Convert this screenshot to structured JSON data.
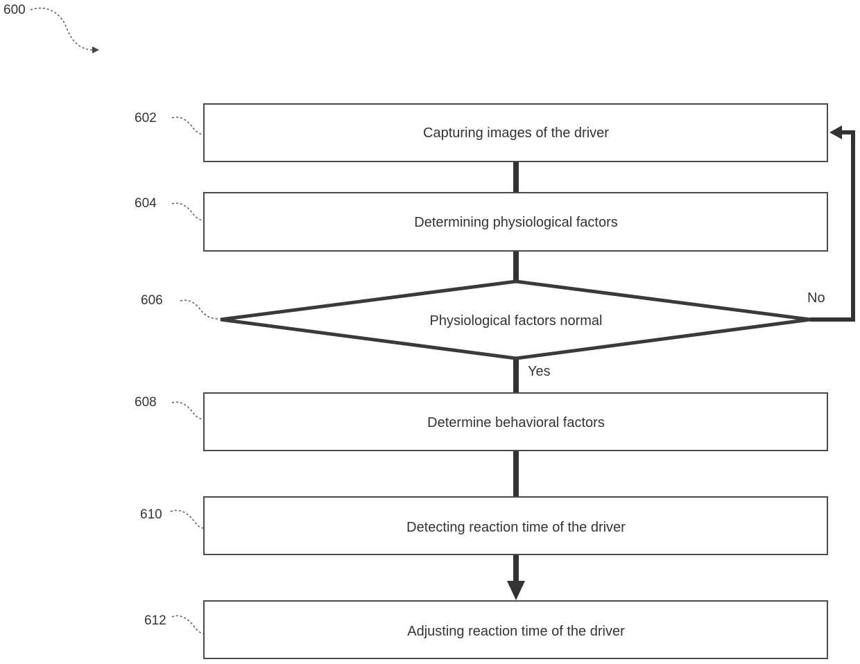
{
  "figure": {
    "reference": "600",
    "steps": [
      {
        "ref": "602",
        "text": "Capturing images of the driver"
      },
      {
        "ref": "604",
        "text": "Determining physiological factors"
      },
      {
        "ref": "606",
        "text": "Physiological factors normal"
      },
      {
        "ref": "608",
        "text": "Determine behavioral factors"
      },
      {
        "ref": "610",
        "text": "Detecting reaction time of the driver"
      },
      {
        "ref": "612",
        "text": "Adjusting reaction time of the driver"
      }
    ],
    "branch_labels": {
      "no": "No",
      "yes": "Yes"
    }
  }
}
